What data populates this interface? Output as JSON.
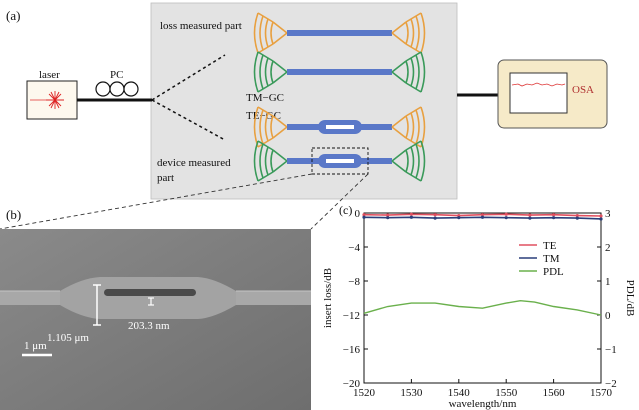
{
  "panel_a": {
    "label": "(a)",
    "laser_label": "laser",
    "pc_label": "PC",
    "loss_label": "loss measured part",
    "tm_gc_label": "TM−GC",
    "te_gc_label": "TE−GC",
    "device_label_line1": "device measured",
    "device_label_line2": "part",
    "osa_label": "OSA"
  },
  "panel_b": {
    "label": "(b)",
    "width_label": "1.105 μm",
    "gap_label": "203.3 nm",
    "scalebar_label": "1 μm"
  },
  "chart_data": {
    "type": "line",
    "label": "(c)",
    "xlabel": "wavelength/nm",
    "ylabel_left": "insert loss/dB",
    "ylabel_right": "PDL/dB",
    "xlim": [
      1520,
      1570
    ],
    "ylim_left": [
      -20,
      0
    ],
    "ylim_right": [
      -2,
      3
    ],
    "x_ticks": [
      "1520",
      "1530",
      "1540",
      "1550",
      "1560",
      "1570"
    ],
    "y_ticks_left": [
      "0",
      "−4",
      "−8",
      "−12",
      "−16",
      "−20"
    ],
    "y_ticks_right": [
      "3",
      "2",
      "1",
      "0",
      "−1",
      "−2"
    ],
    "legend": [
      {
        "name": "TE",
        "color": "#e05060"
      },
      {
        "name": "TM",
        "color": "#2a3f7a"
      },
      {
        "name": "PDL",
        "color": "#6ab04c"
      }
    ],
    "series": [
      {
        "name": "TE",
        "axis": "left",
        "color": "#e05060",
        "x": [
          1520,
          1525,
          1530,
          1535,
          1540,
          1545,
          1550,
          1555,
          1560,
          1565,
          1570
        ],
        "y": [
          -0.2,
          -0.25,
          -0.15,
          -0.2,
          -0.3,
          -0.2,
          -0.15,
          -0.25,
          -0.2,
          -0.3,
          -0.35
        ]
      },
      {
        "name": "TM",
        "axis": "left",
        "color": "#2a3f7a",
        "x": [
          1520,
          1525,
          1530,
          1535,
          1540,
          1545,
          1550,
          1555,
          1560,
          1565,
          1570
        ],
        "y": [
          -0.5,
          -0.55,
          -0.5,
          -0.6,
          -0.55,
          -0.5,
          -0.55,
          -0.6,
          -0.55,
          -0.6,
          -0.7
        ]
      },
      {
        "name": "PDL",
        "axis": "right",
        "color": "#6ab04c",
        "x": [
          1520,
          1525,
          1530,
          1535,
          1540,
          1545,
          1550,
          1553,
          1556,
          1560,
          1565,
          1570
        ],
        "y": [
          0.05,
          0.25,
          0.35,
          0.35,
          0.25,
          0.2,
          0.35,
          0.42,
          0.38,
          0.25,
          0.15,
          0.0
        ]
      }
    ]
  }
}
